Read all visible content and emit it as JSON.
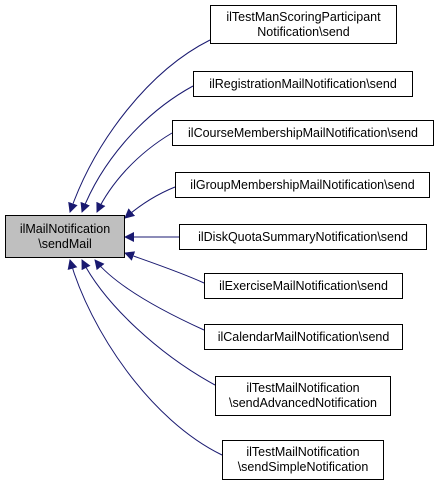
{
  "colors": {
    "edge": "#191970",
    "root_fill": "#bfbfbf",
    "node_fill": "#ffffff",
    "border": "#000000"
  },
  "root": {
    "line1": "ilMailNotification",
    "line2": "\\sendMail"
  },
  "callers": [
    {
      "line1": "ilTestManScoringParticipant",
      "line2": "Notification\\send"
    },
    {
      "line1": "ilRegistrationMailNotification\\send",
      "line2": ""
    },
    {
      "line1": "ilCourseMembershipMailNotification\\send",
      "line2": ""
    },
    {
      "line1": "ilGroupMembershipMailNotification\\send",
      "line2": ""
    },
    {
      "line1": "ilDiskQuotaSummaryNotification\\send",
      "line2": ""
    },
    {
      "line1": "ilExerciseMailNotification\\send",
      "line2": ""
    },
    {
      "line1": "ilCalendarMailNotification\\send",
      "line2": ""
    },
    {
      "line1": "ilTestMailNotification",
      "line2": "\\sendAdvancedNotification"
    },
    {
      "line1": "ilTestMailNotification",
      "line2": "\\sendSimpleNotification"
    }
  ]
}
